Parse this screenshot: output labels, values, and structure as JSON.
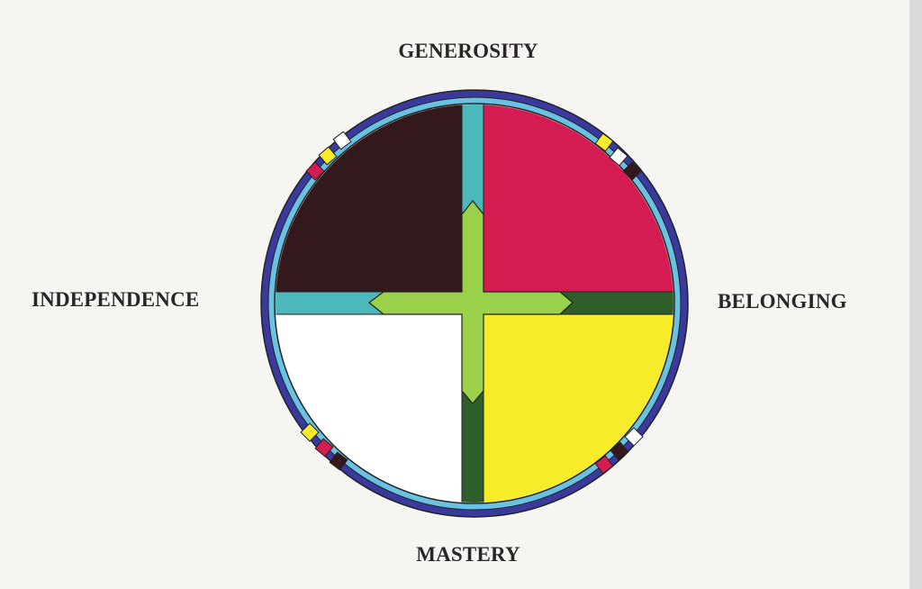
{
  "labels": {
    "top": "GENEROSITY",
    "bottom": "MASTERY",
    "left": "INDEPENDENCE",
    "right": "BELONGING"
  },
  "colors": {
    "quadrant_top_left": "#33191c",
    "quadrant_top_right": "#d41c52",
    "quadrant_bottom_left": "#ffffff",
    "quadrant_bottom_right": "#f7eb2a",
    "outer_ring": "#3a3a9e",
    "inner_ring": "#69c2e2",
    "cross_light": "#9bd04a",
    "bar_teal": "#4cb8bb",
    "bar_dark_green": "#2f5e2a"
  }
}
